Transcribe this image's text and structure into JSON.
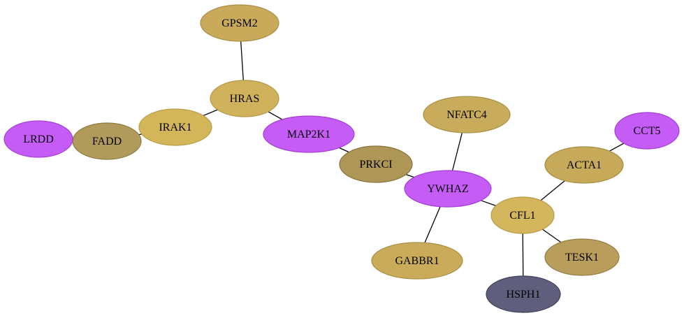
{
  "graph": {
    "nodes": [
      {
        "id": "GPSM2",
        "label": "GPSM2",
        "fill": "#c8aa5a",
        "stroke": "#a98e44"
      },
      {
        "id": "HRAS",
        "label": "HRAS",
        "fill": "#d1b25c",
        "stroke": "#b39746"
      },
      {
        "id": "IRAK1",
        "label": "IRAK1",
        "fill": "#d4b65a",
        "stroke": "#b89b45"
      },
      {
        "id": "FADD",
        "label": "FADD",
        "fill": "#b09a5c",
        "stroke": "#8f7b41"
      },
      {
        "id": "LRDD",
        "label": "LRDD",
        "fill": "#c45cf5",
        "stroke": "#a23fd6"
      },
      {
        "id": "MAP2K1",
        "label": "MAP2K1",
        "fill": "#c45cf5",
        "stroke": "#a23fd6"
      },
      {
        "id": "PRKCI",
        "label": "PRKCI",
        "fill": "#ae9657",
        "stroke": "#8a733b"
      },
      {
        "id": "NFATC4",
        "label": "NFATC4",
        "fill": "#c9ab5c",
        "stroke": "#aa8f45"
      },
      {
        "id": "YWHAZ",
        "label": "YWHAZ",
        "fill": "#c45cf5",
        "stroke": "#a23fd6"
      },
      {
        "id": "CCT5",
        "label": "CCT5",
        "fill": "#c45cf5",
        "stroke": "#a23fd6"
      },
      {
        "id": "ACTA1",
        "label": "ACTA1",
        "fill": "#c7a95a",
        "stroke": "#a78d43"
      },
      {
        "id": "CFL1",
        "label": "CFL1",
        "fill": "#d4b65c",
        "stroke": "#b79b46"
      },
      {
        "id": "GABBR1",
        "label": "GABBR1",
        "fill": "#c9ab5a",
        "stroke": "#aa8f44"
      },
      {
        "id": "TESK1",
        "label": "TESK1",
        "fill": "#b89d5c",
        "stroke": "#967d40"
      },
      {
        "id": "HSPH1",
        "label": "HSPH1",
        "fill": "#5f5f7d",
        "stroke": "#404058"
      }
    ],
    "edges": [
      [
        "GPSM2",
        "HRAS"
      ],
      [
        "HRAS",
        "IRAK1"
      ],
      [
        "HRAS",
        "MAP2K1"
      ],
      [
        "IRAK1",
        "FADD"
      ],
      [
        "FADD",
        "LRDD"
      ],
      [
        "MAP2K1",
        "PRKCI"
      ],
      [
        "PRKCI",
        "YWHAZ"
      ],
      [
        "NFATC4",
        "YWHAZ"
      ],
      [
        "YWHAZ",
        "GABBR1"
      ],
      [
        "YWHAZ",
        "CFL1"
      ],
      [
        "CFL1",
        "ACTA1"
      ],
      [
        "ACTA1",
        "CCT5"
      ],
      [
        "CFL1",
        "TESK1"
      ],
      [
        "CFL1",
        "HSPH1"
      ]
    ]
  }
}
